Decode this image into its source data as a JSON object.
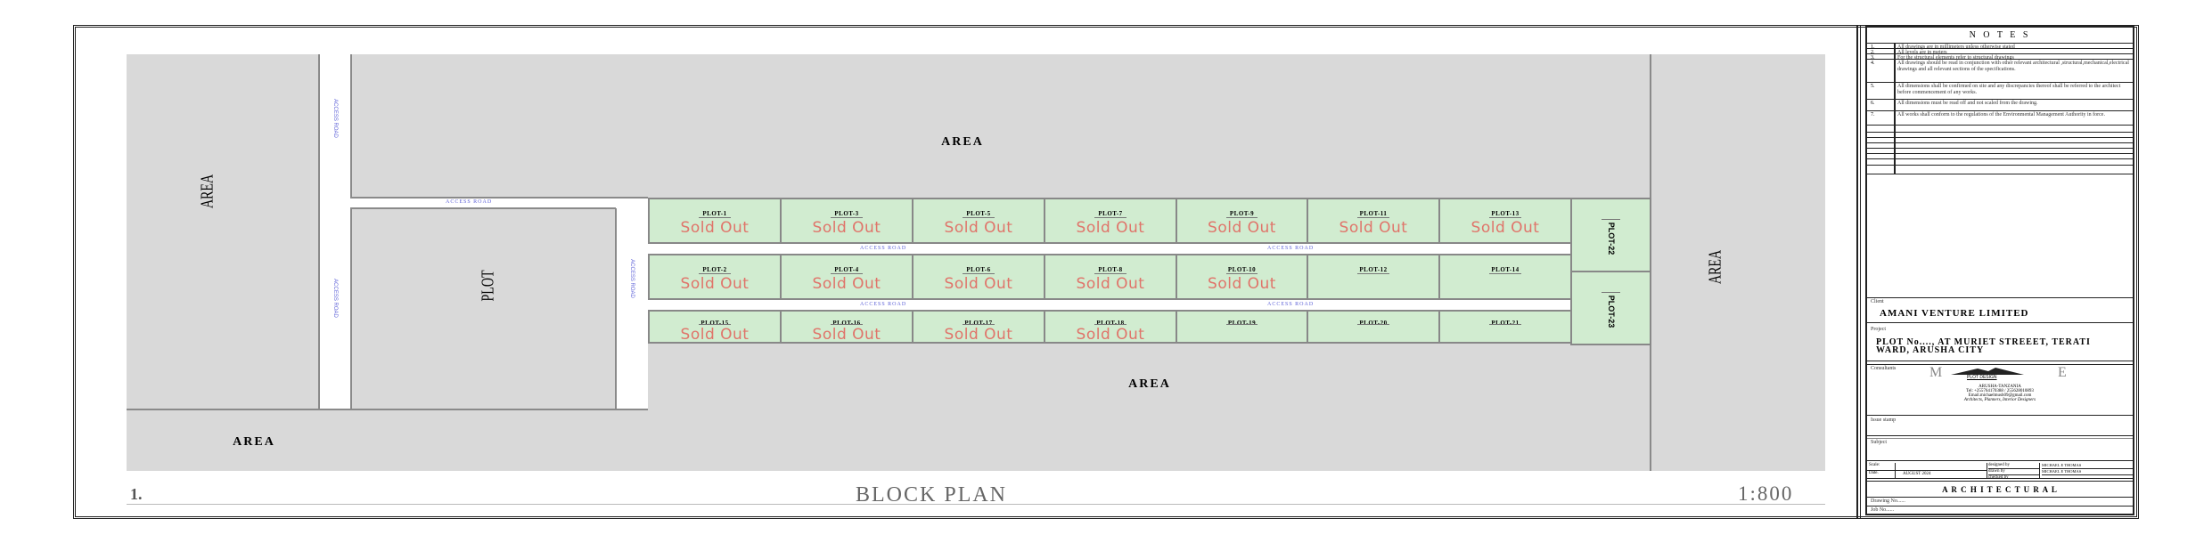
{
  "drawing": {
    "areas": {
      "top": "AREA",
      "bottom_center": "AREA",
      "bottom_left": "AREA",
      "left": "AREA",
      "right": "AREA"
    },
    "plot_block": "PLOT",
    "road_label": "ACCESS ROAD",
    "vroad_label": "ACCESS ROAD",
    "sold_label": "Sold Out",
    "rows": [
      [
        {
          "label": "PLOT-1",
          "sold": true
        },
        {
          "label": "PLOT-3",
          "sold": true
        },
        {
          "label": "PLOT-5",
          "sold": true
        },
        {
          "label": "PLOT-7",
          "sold": true
        },
        {
          "label": "PLOT-9",
          "sold": true
        },
        {
          "label": "PLOT-11",
          "sold": true
        },
        {
          "label": "PLOT-13",
          "sold": true
        }
      ],
      [
        {
          "label": "PLOT-2",
          "sold": true
        },
        {
          "label": "PLOT-4",
          "sold": true
        },
        {
          "label": "PLOT-6",
          "sold": true
        },
        {
          "label": "PLOT-8",
          "sold": true
        },
        {
          "label": "PLOT-10",
          "sold": true
        },
        {
          "label": "PLOT-12",
          "sold": false
        },
        {
          "label": "PLOT-14",
          "sold": false
        }
      ],
      [
        {
          "label": "PLOT-15",
          "sold": true
        },
        {
          "label": "PLOT-16",
          "sold": true
        },
        {
          "label": "PLOT-17",
          "sold": true
        },
        {
          "label": "PLOT-18",
          "sold": true
        },
        {
          "label": "PLOT-19",
          "sold": false
        },
        {
          "label": "PLOT-20",
          "sold": false
        },
        {
          "label": "PLOT-21",
          "sold": false
        }
      ]
    ],
    "side_plots": [
      {
        "label": "PLOT-22",
        "sold": false
      },
      {
        "label": "PLOT-23",
        "sold": false
      }
    ],
    "number": "1.",
    "title": "BLOCK PLAN",
    "scale": "1:800",
    "colors": {
      "plot": "#d1ecd0",
      "area": "#d9d9d9",
      "sold": "#e0746a",
      "road_text": "#5f63d8"
    }
  },
  "notes": {
    "title": "N O T E S",
    "items": [
      {
        "n": "1.",
        "t": "All drawings are in millimeters unless otherwise stated"
      },
      {
        "n": "2.",
        "t": "All levels are in meters"
      },
      {
        "n": "3.",
        "t": "For the structural elements refer to structural drawings"
      },
      {
        "n": "4.",
        "t": "All drawings should be read in conjunction with other relevant architectural ,structural,mechanical,electrical drawings and all relevant sections of the specifications."
      },
      {
        "n": "5.",
        "t": "All dimensions shall be confirmed on site and any discrepancies thereof shall be referred to the architect before commencement of any works."
      },
      {
        "n": "6.",
        "t": "All dimensions must be read off and not scaled from the drawing."
      },
      {
        "n": "7.",
        "t": "All works shall conform to the regulations of the Environmental Management Authority in force."
      }
    ]
  },
  "title_block": {
    "client_label": "Client",
    "client": "AMANI VENTURE LIMITED",
    "project_label": "Project",
    "project": "PLOT No...., AT MURIET STREEET, TERATI WARD, ARUSHA CITY",
    "consultants_label": "Consultants",
    "logo": {
      "left": "M",
      "right": "E",
      "name": "PLOT DESIGN"
    },
    "address": "ARUSHA-TANZANIA",
    "tel": "Tel: +255764170388 / 255628010893",
    "email": "Email.michaelmush09@gmail.com",
    "tagline": "Architects, Planners, Interior Designers",
    "issue_label": "Issue stamp",
    "subject_label": "Subject",
    "scale_label": "Scale:",
    "date_label": "Date.",
    "date": "AUGUST 2024",
    "designed_label": "designed by",
    "designed": "MICHAEL E THOMAS",
    "drawn_label": "drawn by",
    "drawn": "MICHAEL E THOMAS",
    "checked_label": "checked by",
    "discipline": "A R C H I T E C T U R A L",
    "drawing_no": "Drawing No......",
    "job_no": "Job No......"
  }
}
